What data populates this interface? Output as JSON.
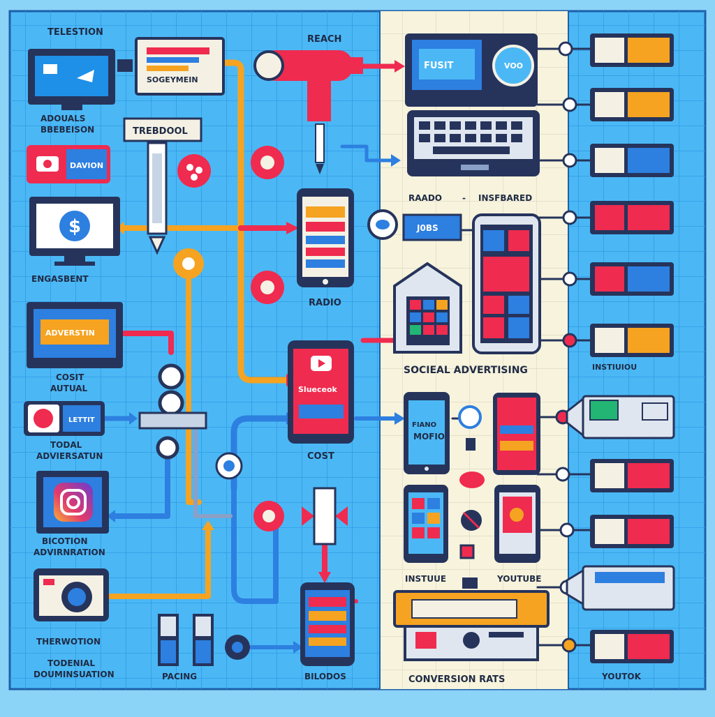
{
  "labels": {
    "television": "TELESTION",
    "reach": "REACH",
    "sogeymein": "SOGEYMEIN",
    "adouals": "ADOUALS",
    "bbebeison": "BBEBEISON",
    "trebdool": "TREBDOOL",
    "davion": "DAVION",
    "engagement": "ENGASBENT",
    "adverstin": "ADVERSTIN",
    "cosit": "COSIT",
    "autual": "AUTUAL",
    "lettit": "LETTIT",
    "todal": "TODAL",
    "adviersation": "ADVIERSATUN",
    "bicotion": "BICOTION",
    "advernsation": "ADVIRNRATION",
    "therwotion": "THERWOTION",
    "todenial": "TODENIAL",
    "douminsuation": "DOUMINSUATION",
    "pacing": "PACING",
    "bilodos": "BILODOS",
    "radio_text": "RADIO",
    "cost": "COST",
    "fusit": "FUSIT",
    "voo": "VOO",
    "raado": "RAADO",
    "dash": "-",
    "insfbared": "INSFBARED",
    "jobs": "J0BS",
    "social_advertising": "SOCIEAL ADVERTISING",
    "instiuiou": "INSTIUIOU",
    "instuue": "INSTUUE",
    "youtube": "YOUTUBE",
    "conversion_rates": "CONVERSION RATS",
    "youtok": "YOUTOK",
    "youtube_card": "Slueceok",
    "phone_fiano": "FIANO",
    "phone_mofio": "MOFIO"
  },
  "colors": {
    "background": "#8cd3f8",
    "grid": "#2f9ae6",
    "panel_cream": "#f7f3dc",
    "ink": "#1f2a44",
    "red": "#ef2b4f",
    "orange": "#f5a321",
    "blue": "#2d7fe0",
    "navy": "#26345c"
  },
  "icons": {
    "tv": "television-icon",
    "megaphone": "megaphone-icon",
    "laptop": "laptop-icon",
    "smartphone": "smartphone-icon",
    "instagram": "instagram-icon",
    "camera": "camera-icon",
    "dollar": "dollar-icon",
    "youtube": "youtube-icon"
  }
}
